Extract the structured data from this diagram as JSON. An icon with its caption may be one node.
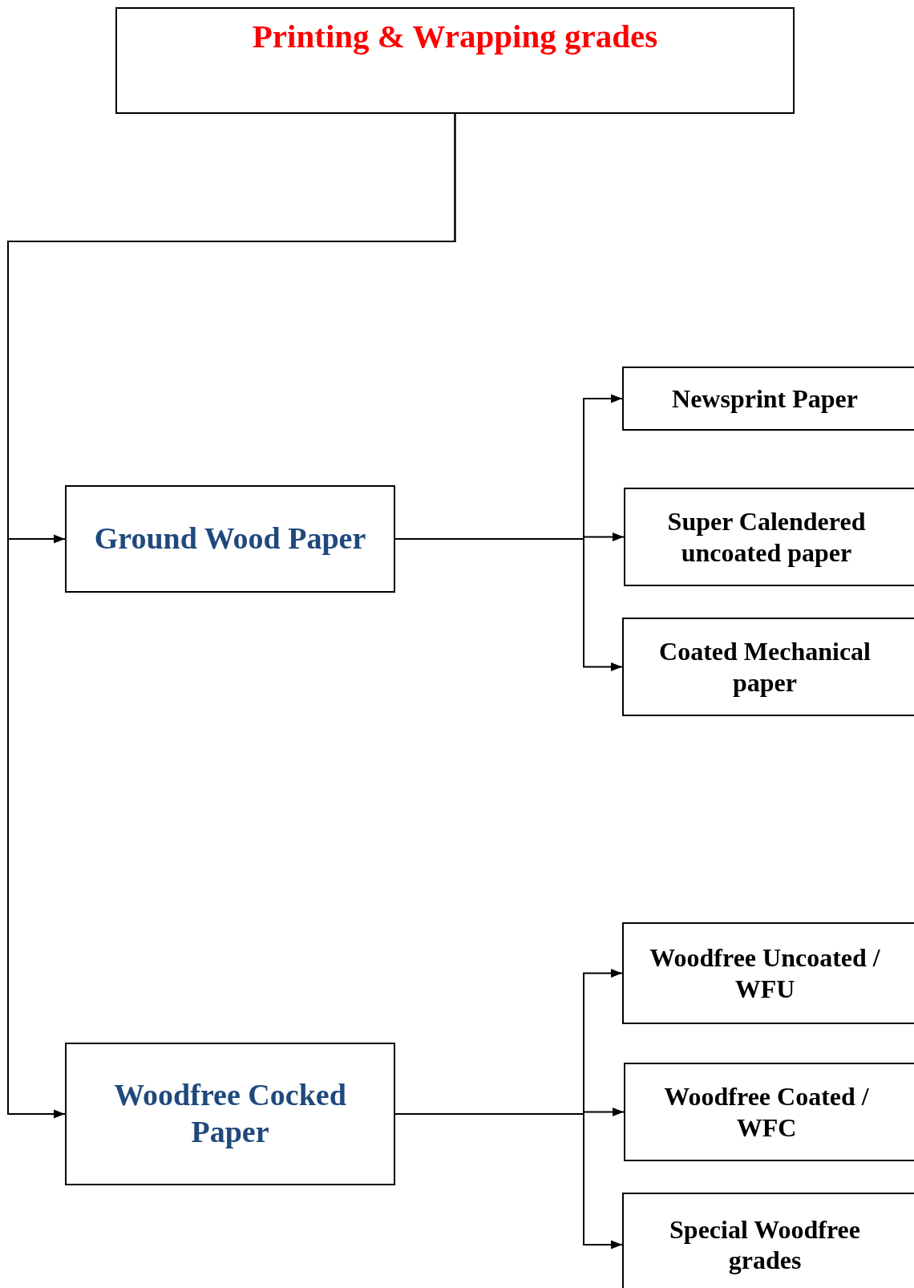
{
  "diagram": {
    "nodes": [
      {
        "text": [
          "Printing & Wrapping grades"
        ]
      },
      {
        "text": [
          "Ground Wood Paper"
        ]
      },
      {
        "text": [
          "Newsprint Paper"
        ]
      },
      {
        "text": [
          "Super Calendered uncoated paper"
        ]
      },
      {
        "text": [
          "Coated Mechanical paper"
        ]
      },
      {
        "text": [
          "Woodfree Cocked Paper"
        ]
      },
      {
        "text": [
          "Woodfree Uncoated / WFU"
        ]
      },
      {
        "text": [
          "Woodfree Coated / WFC"
        ]
      },
      {
        "text": [
          "Special Woodfree grades"
        ]
      }
    ],
    "edges": [
      {
        "from": 0,
        "to": 1,
        "arrow": "to"
      },
      {
        "from": 0,
        "to": 5,
        "arrow": "to"
      },
      {
        "from": 1,
        "to": 2,
        "arrow": "to"
      },
      {
        "from": 1,
        "to": 3,
        "arrow": "to"
      },
      {
        "from": 1,
        "to": 4,
        "arrow": "to"
      },
      {
        "from": 5,
        "to": 6,
        "arrow": "to"
      },
      {
        "from": 5,
        "to": 7,
        "arrow": "to"
      },
      {
        "from": 5,
        "to": 8,
        "arrow": "to"
      }
    ]
  }
}
